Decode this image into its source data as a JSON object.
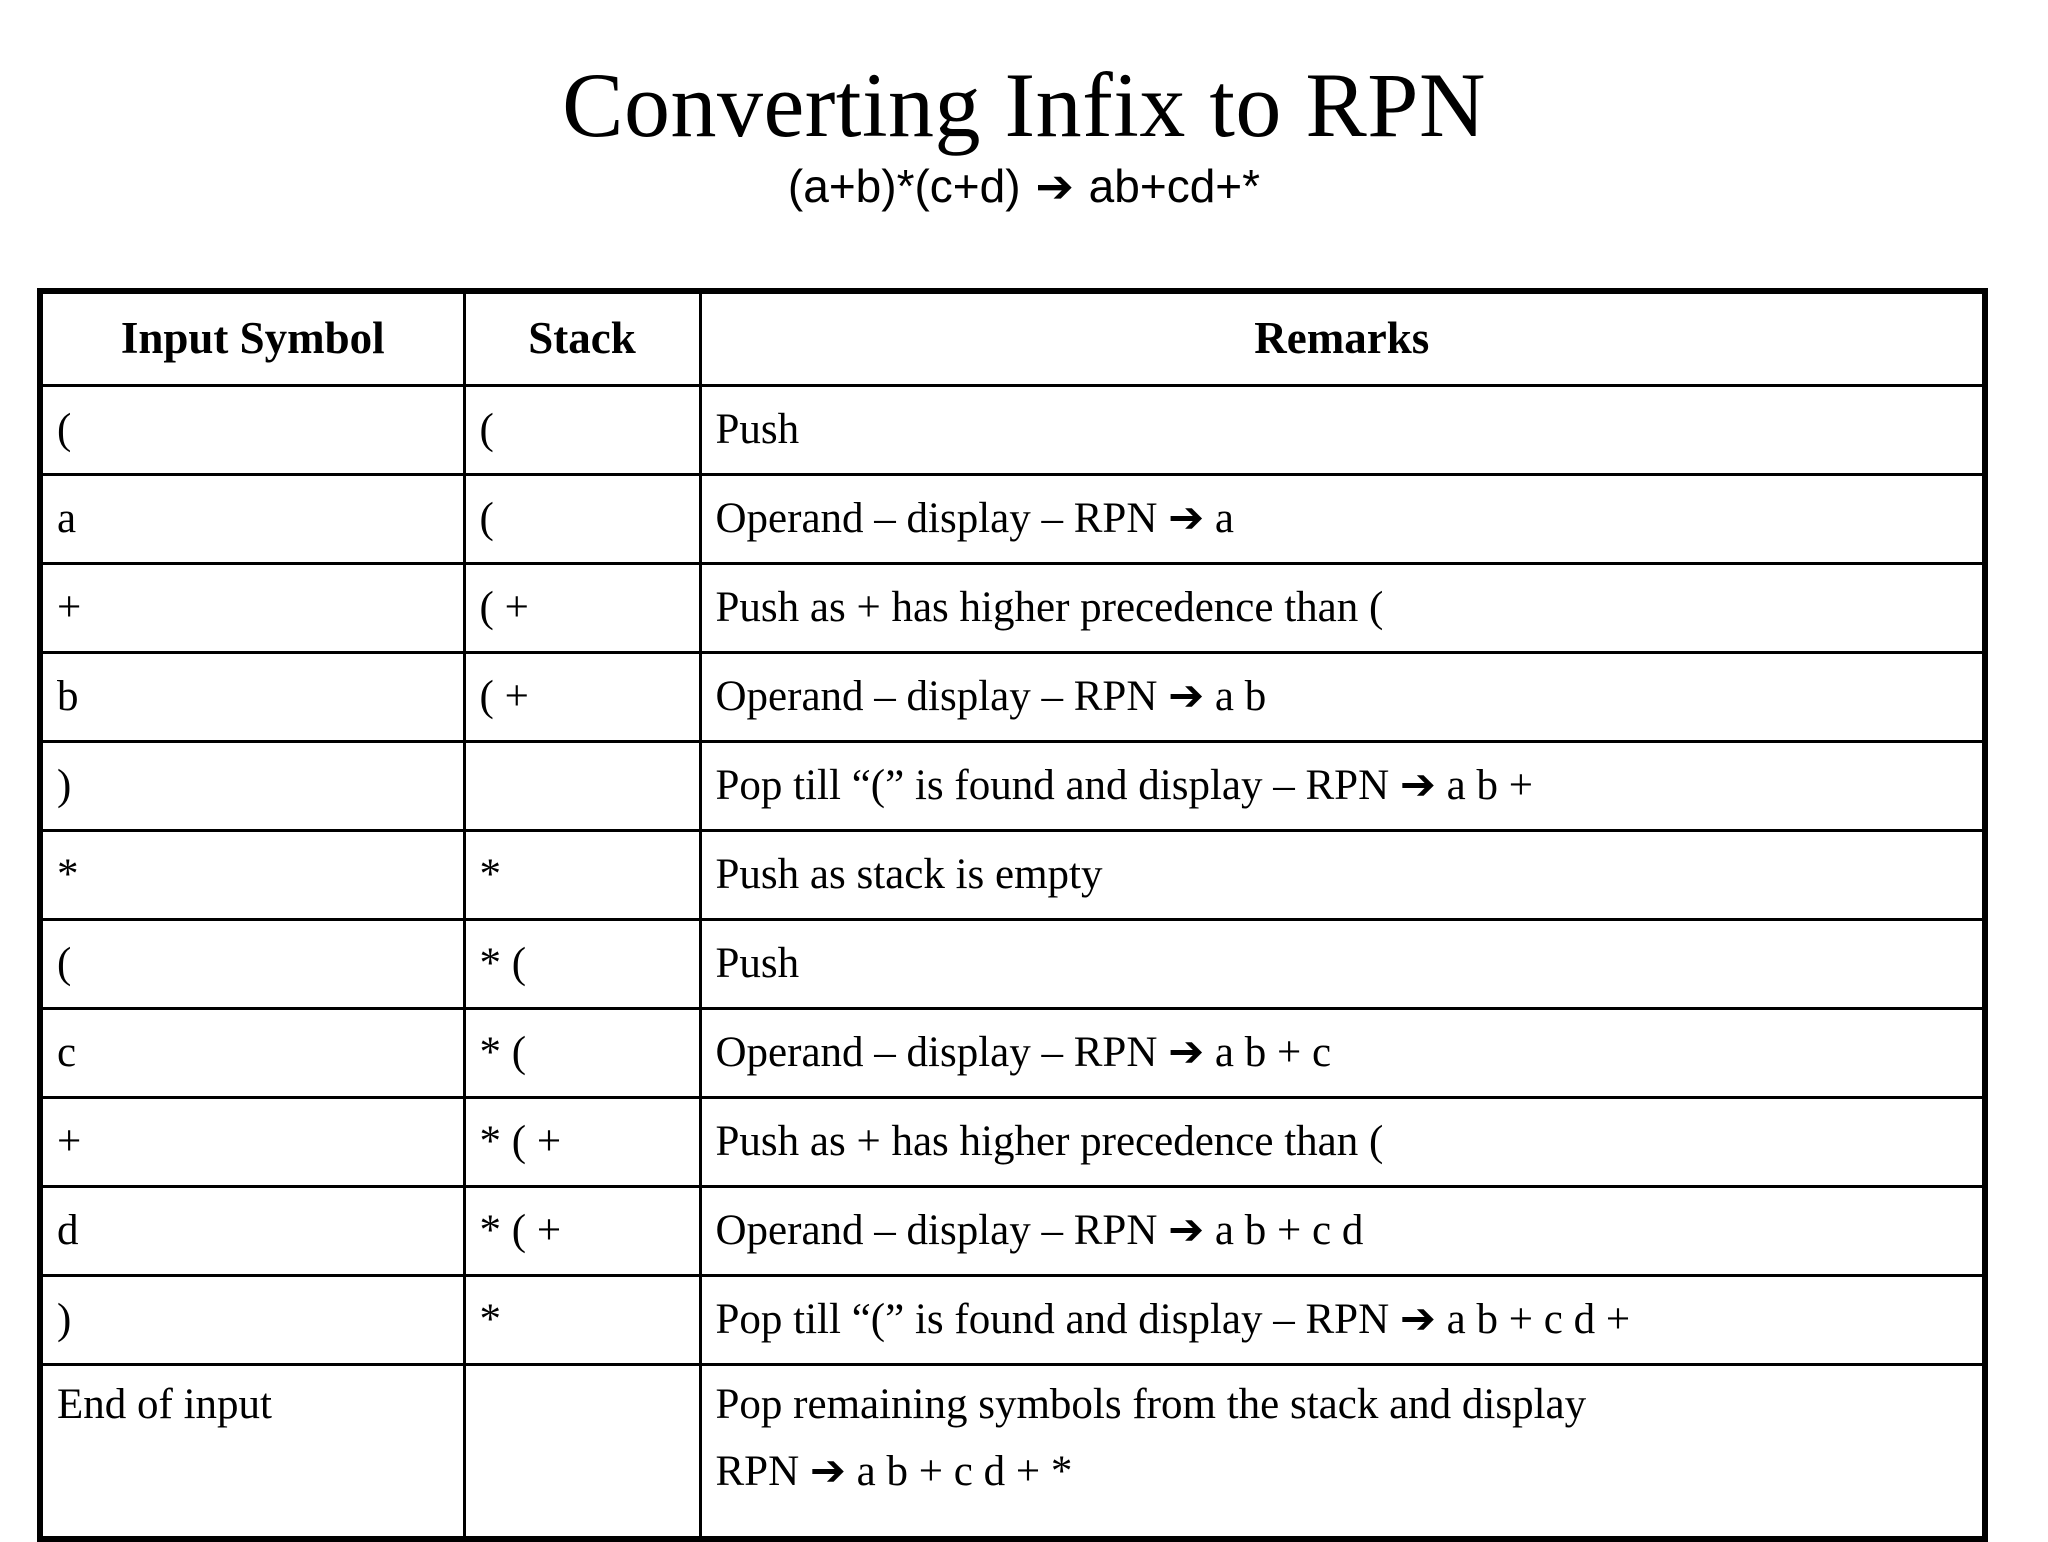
{
  "slide": {
    "title": "Converting Infix to RPN",
    "subtitle_prefix": "(a+b)*(c+d) ",
    "subtitle_arrow": "➔",
    "subtitle_suffix": " ab+cd+*"
  },
  "table": {
    "headers": {
      "input_symbol": "Input Symbol",
      "stack": "Stack",
      "remarks": "Remarks"
    },
    "rows": [
      {
        "input": "(",
        "stack": "(",
        "remarks": "Push"
      },
      {
        "input": "a",
        "stack": "(",
        "remarks": "Operand – display – RPN ➔ a"
      },
      {
        "input": "+",
        "stack": "( +",
        "remarks": "Push as + has higher precedence than ("
      },
      {
        "input": "b",
        "stack": "( +",
        "remarks": "Operand – display – RPN ➔ a b"
      },
      {
        "input": ")",
        "stack": "",
        "remarks": "Pop till “(” is found and display – RPN ➔ a b +"
      },
      {
        "input": "*",
        "stack": "*",
        "remarks": "Push as stack is empty"
      },
      {
        "input": "(",
        "stack": "* (",
        "remarks": "Push"
      },
      {
        "input": "c",
        "stack": "* (",
        "remarks": "Operand – display – RPN ➔ a b + c"
      },
      {
        "input": "+",
        "stack": "* ( +",
        "remarks": "Push as + has higher precedence than ("
      },
      {
        "input": "d",
        "stack": "* ( +",
        "remarks": "Operand – display – RPN ➔ a b + c d"
      },
      {
        "input": ")",
        "stack": "*",
        "remarks": "Pop till “(” is found and display – RPN ➔ a b + c d +"
      },
      {
        "input": "End of input",
        "stack": "",
        "remarks": "Pop remaining symbols from the stack and display",
        "remarks_line2": "RPN ➔ a b + c d + *"
      }
    ]
  }
}
